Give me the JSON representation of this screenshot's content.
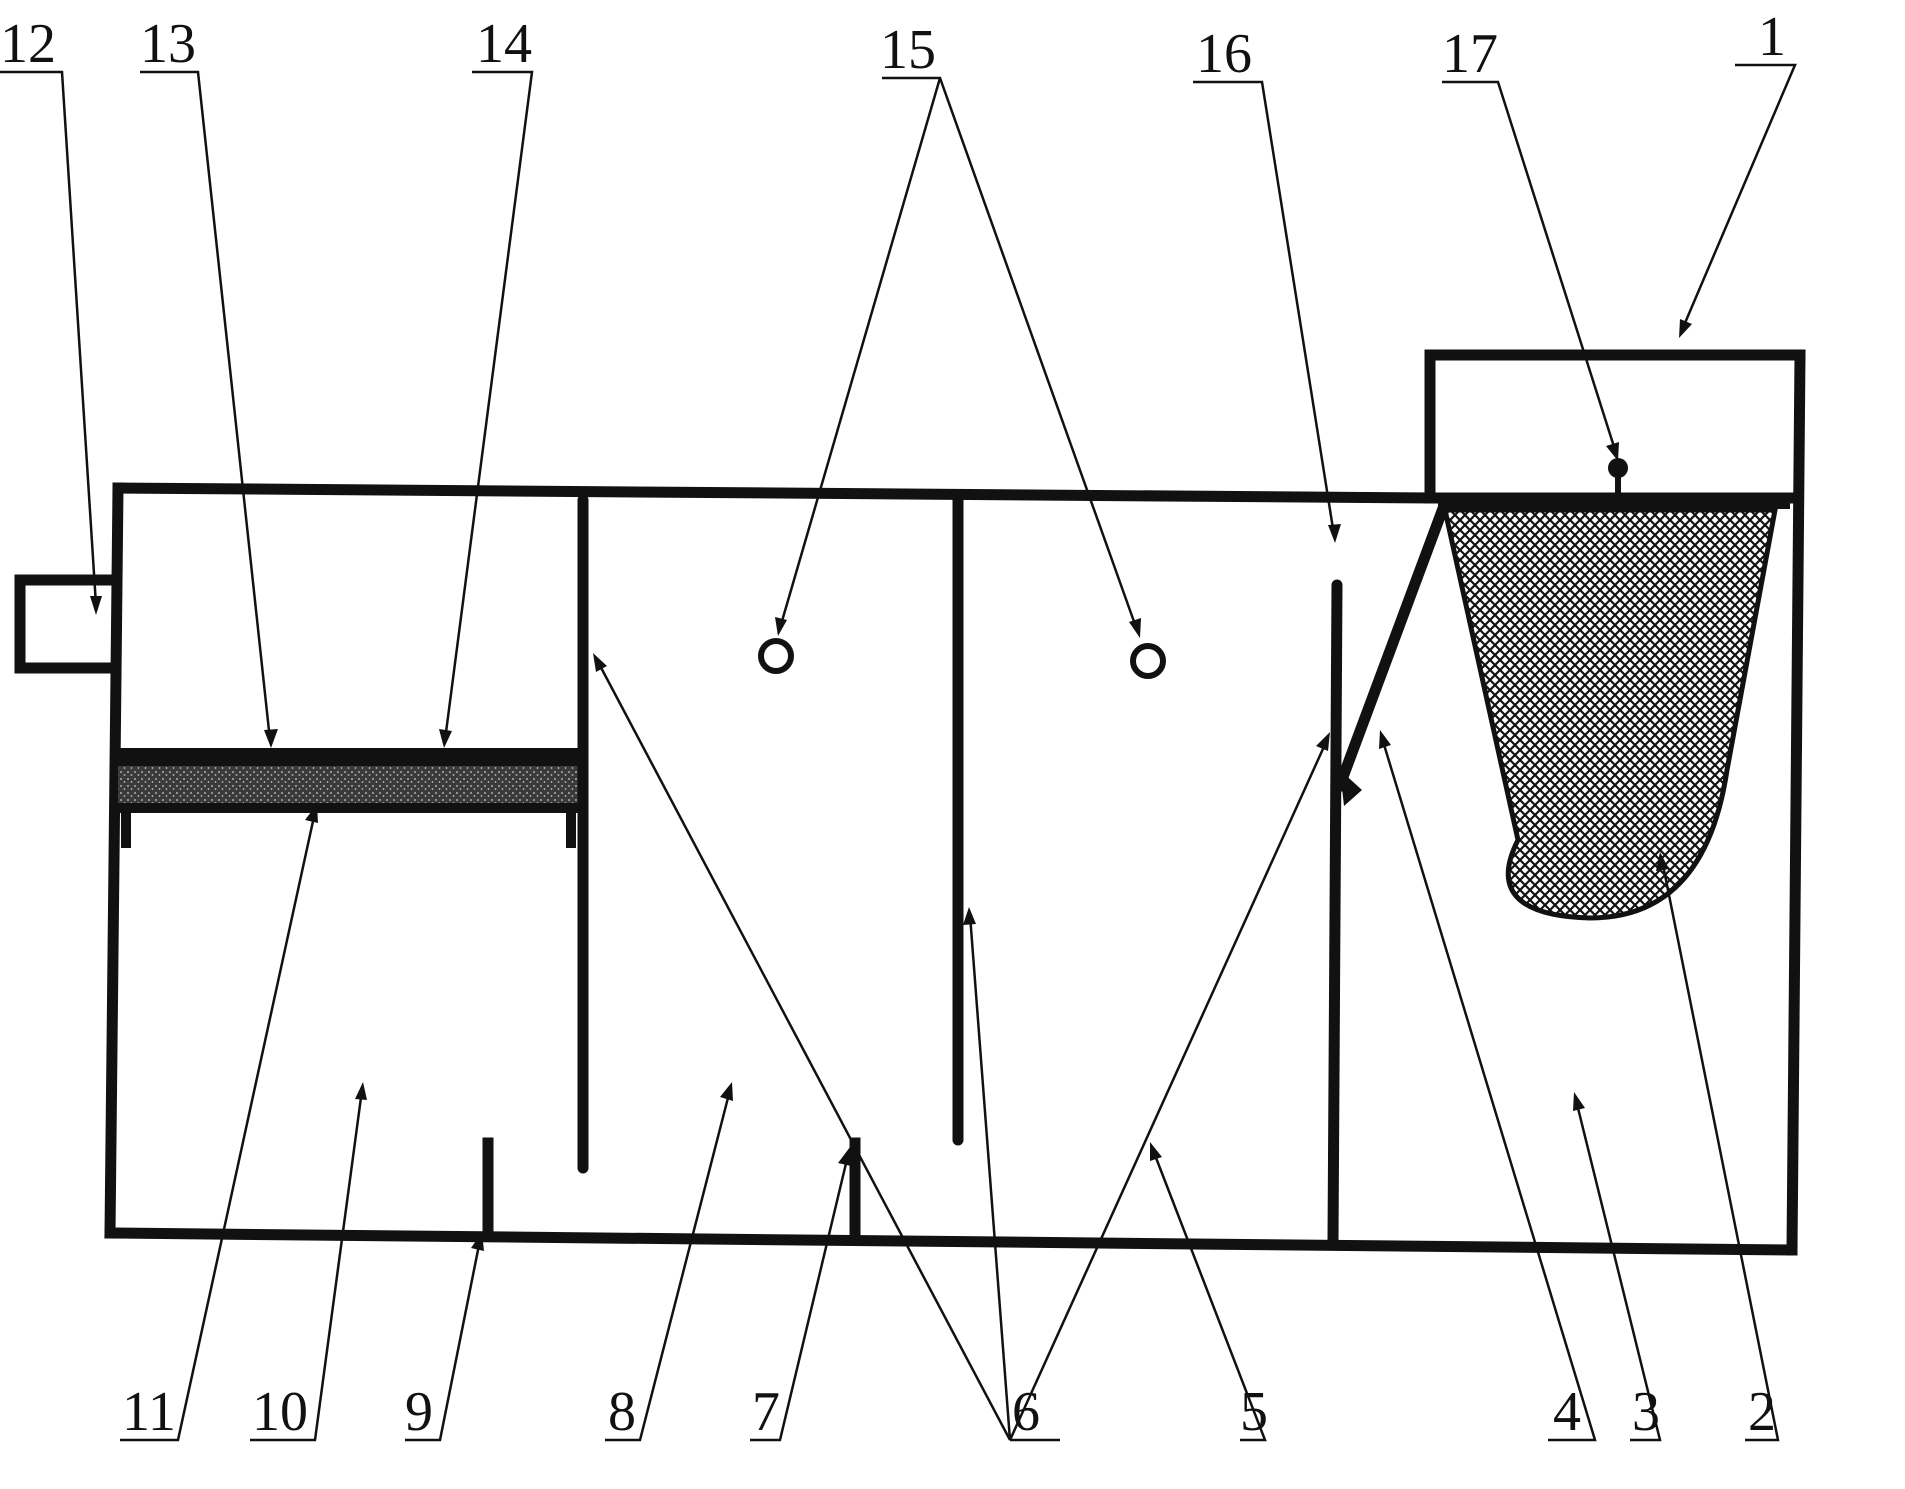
{
  "labels": {
    "l1": "1",
    "l2": "2",
    "l3": "3",
    "l4": "4",
    "l5": "5",
    "l6": "6",
    "l7": "7",
    "l8": "8",
    "l9": "9",
    "l10": "10",
    "l11": "11",
    "l12": "12",
    "l13": "13",
    "l14": "14",
    "l15": "15",
    "l16": "16",
    "l17": "17"
  },
  "colors": {
    "stroke": "#111111",
    "background": "#ffffff",
    "mesh": "#111111"
  }
}
